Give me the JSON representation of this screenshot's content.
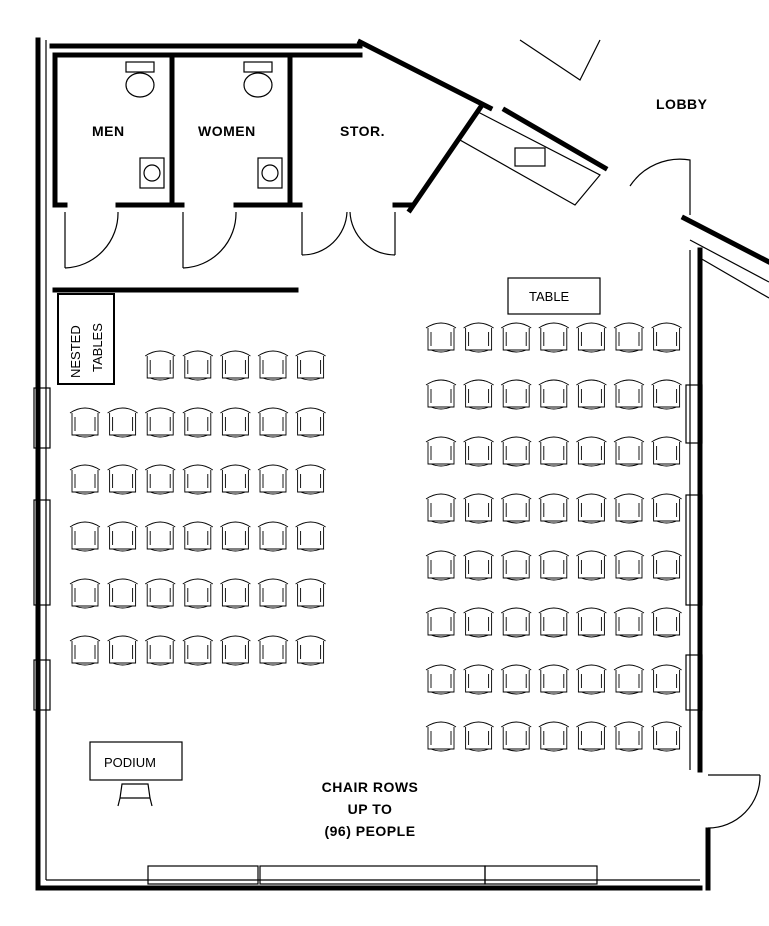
{
  "rooms": {
    "men": "MEN",
    "women": "WOMEN",
    "storage": "STOR.",
    "lobby": "LOBBY"
  },
  "furniture": {
    "nested_tables_line1": "NESTED",
    "nested_tables_line2": "TABLES",
    "table": "TABLE",
    "podium": "PODIUM"
  },
  "note": {
    "line1": "CHAIR ROWS",
    "line2": "UP TO",
    "line3": "(96) PEOPLE"
  },
  "seating": {
    "left_block_rows": [
      5,
      7,
      7,
      7,
      7,
      7
    ],
    "right_block_rows": [
      7,
      7,
      7,
      7,
      7,
      7,
      7,
      7
    ]
  }
}
